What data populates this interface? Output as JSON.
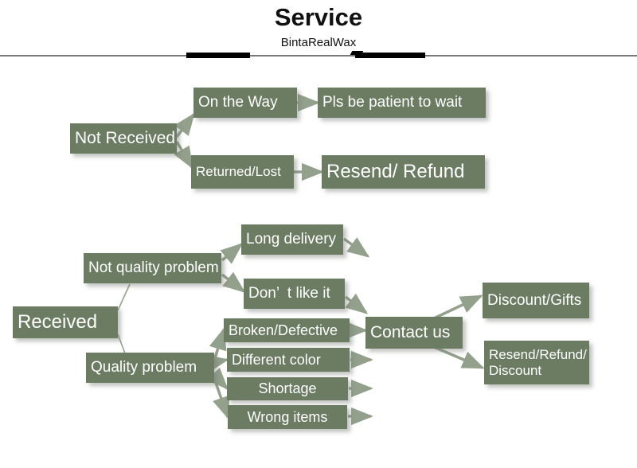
{
  "header": {
    "title": "Service",
    "brand": "BintaRealWax"
  },
  "theme": {
    "box_fill": "#6b7c63",
    "box_text": "#ffffff",
    "connector": "#93a08c",
    "rule_thin": "#7a7a7a",
    "rule_thick": "#000000",
    "background": "#ffffff"
  },
  "flow_not_received": {
    "root": "Not Received",
    "branches": [
      {
        "cause": "On the Way",
        "action": "Pls be patient to wait"
      },
      {
        "cause": "Returned/Lost",
        "action": "Resend/ Refund"
      }
    ]
  },
  "flow_received": {
    "root": "Received",
    "categories": [
      {
        "label": "Not quality problem",
        "issues": [
          "Long delivery",
          "Don’  t like it"
        ]
      },
      {
        "label": "Quality problem",
        "issues": [
          "Broken/Defective",
          "Different color",
          "Shortage",
          "Wrong items"
        ]
      }
    ],
    "hub": "Contact us",
    "outcomes": [
      "Discount/Gifts",
      "Resend/Refund/\nDiscount"
    ]
  }
}
